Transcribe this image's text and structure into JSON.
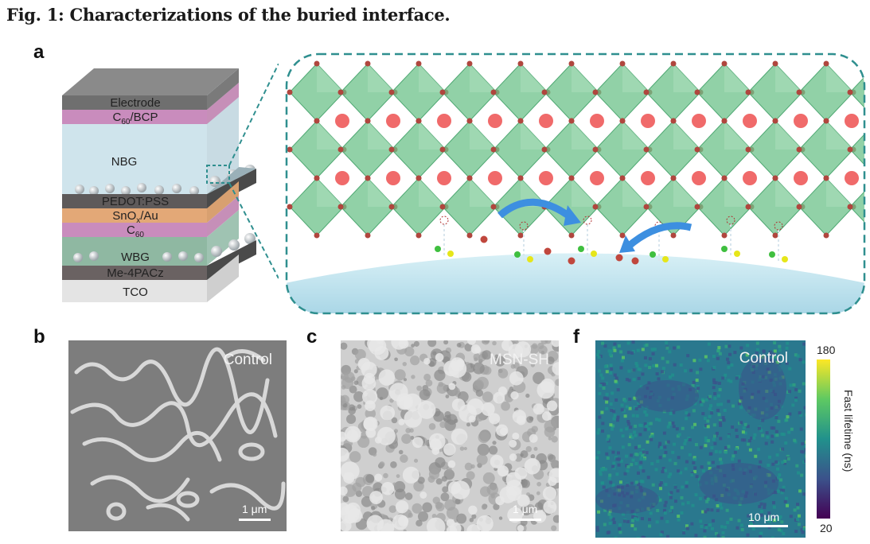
{
  "figure": {
    "title": "Fig. 1: Characterizations of the buried interface."
  },
  "panels": {
    "a": {
      "letter": "a"
    },
    "b": {
      "letter": "b",
      "label": "Control",
      "scale": "1 μm"
    },
    "c": {
      "letter": "c",
      "label": "MSN-SH",
      "scale": "1 μm"
    },
    "f": {
      "letter": "f",
      "label": "Control",
      "scale": "10 μm"
    }
  },
  "device_stack": {
    "electrode": "Electrode",
    "c60_bcp_prefix": "C",
    "c60_bcp_sub": "60",
    "c60_bcp_suffix": "/BCP",
    "nbg": "NBG",
    "pedot": "PEDOT:PSS",
    "snox_prefix": "SnO",
    "snox_sub": "x",
    "snox_suffix": "/Au",
    "c60_prefix": "C",
    "c60_sub": "60",
    "wbg": "WBG",
    "me4pacz": "Me-4PACz",
    "tco": "TCO"
  },
  "colorbar": {
    "max": "180",
    "min": "20",
    "title": "Fast lifetime (ns)",
    "colors": [
      "#fde725",
      "#5ec962",
      "#21918c",
      "#3b528b",
      "#440154"
    ]
  },
  "colors": {
    "octahedra": "#6cc28a",
    "a_site": "#f06a6a",
    "frame": "#2f8f8f",
    "substrate": "#bfe3ef",
    "arrow": "#3d8fe0"
  }
}
